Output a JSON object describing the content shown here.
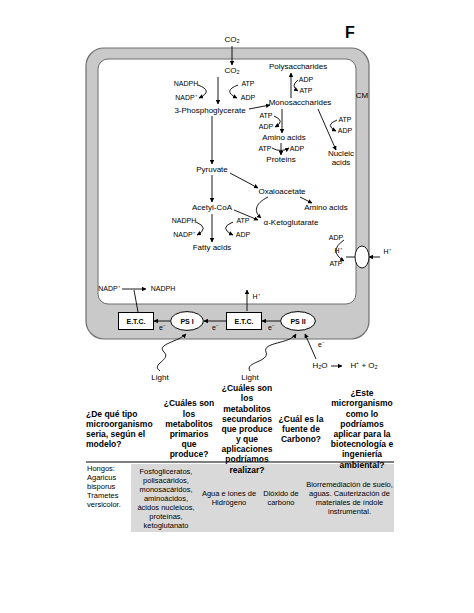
{
  "diagram": {
    "nodes": [
      {
        "text": [
          "E.T.C."
        ]
      },
      {
        "text": [
          "PS I"
        ]
      },
      {
        "text": [
          "E.T.C."
        ]
      },
      {
        "text": [
          "PS II"
        ]
      }
    ],
    "edges": [
      {
        "from": 1,
        "to": 0,
        "arrow": "to",
        "label": "e⁻"
      },
      {
        "from": 2,
        "to": 1,
        "arrow": "to",
        "label": "e⁻"
      },
      {
        "from": 3,
        "to": 2,
        "arrow": "to",
        "label": "e⁻"
      }
    ],
    "labels": [
      "F",
      "CO₂",
      "CO₂",
      "NADPH",
      "ATP",
      "NADP⁺",
      "ADP",
      "3-Phosphoglycerate",
      "Polysaccharides",
      "ADP",
      "ATP",
      "Monosaccharides",
      "ATP",
      "ADP",
      "Amino acids",
      "ATP",
      "ADP",
      "ATP",
      "ADP",
      "Proteins",
      "Nucleic acids",
      "CM",
      "Pyruvate",
      "Oxaloacetate",
      "Amino acids",
      "Acetyl-CoA",
      "α-Ketoglutarate",
      "NADPH",
      "ATP",
      "NADP⁺",
      "ADP",
      "Fatty acids",
      "ADP",
      "H⁺",
      "ATP",
      "H⁺",
      "NADP⁺",
      "NADPH",
      "H⁺",
      "e⁻",
      "Light",
      "Light",
      "H₂O",
      "H⁺ + O₂",
      "¿De qué tipo microorganismo seria, según el modelo?",
      "¿Cuáles son los metabolitos primarios que produce?",
      "¿Cuáles son los metabolitos secundarios que produce y que aplicaciones podríamos realizar?",
      "¿Cuál es la fuente de Carbono?",
      "¿Este microrganismo como lo podríamos aplicar para la biotecnología e ingeniería ambiental?",
      "Hongos: Agaricus bisporus Trametes versicolor.",
      "Fosfogliceratos, polisacáridos, monosacáridos, aminoácidos, ácidos nucleicos, proteínas, ketoglutanato",
      "Agua e iones de Hidrógeno",
      "Dióxido de carbono",
      "Biorremediación de suelo, aguas. Cauterización de materiales de índole instrumental."
    ]
  }
}
